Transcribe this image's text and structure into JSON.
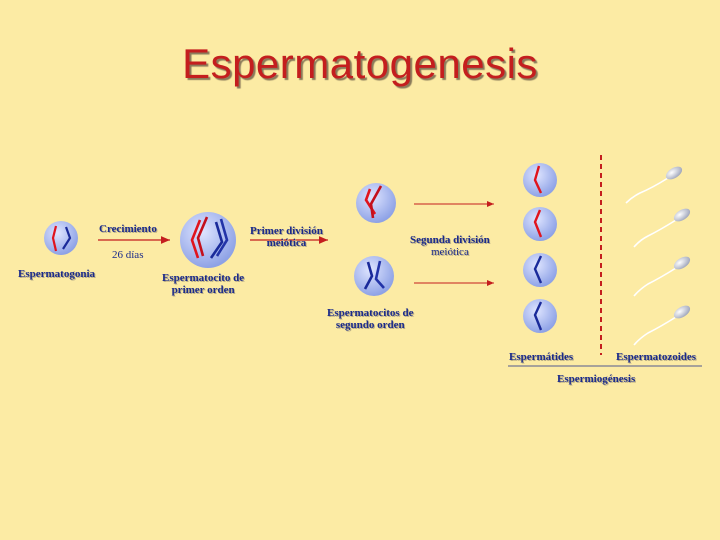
{
  "title": "Espermatogenesis",
  "labels": {
    "espermatogonia": "Espermatogonia",
    "crecimiento": "Crecimiento",
    "dias": "26 días",
    "espermatocito_primer_1": "Espermatocito de",
    "espermatocito_primer_2": "primer orden",
    "primer_division_1": "Primer división",
    "primer_division_2": "meiótica",
    "segunda_division_1": "Segunda división",
    "segunda_division_2": "meiótica",
    "espermatocitos_segundo_1": "Espermatocitos de",
    "espermatocitos_segundo_2": "segundo orden",
    "espermatidas": "Espermátides",
    "espermatozoides": "Espermatozoides",
    "espermiogenesis": "Espermiogénesis"
  },
  "colors": {
    "background": "#fceba4",
    "title": "#c41e1e",
    "cell": "#a8b8f0",
    "chrom_red": "#e0141e",
    "chrom_blue": "#1a2a9a",
    "arrow": "#c41e1e",
    "label": "#1a2a8a"
  }
}
